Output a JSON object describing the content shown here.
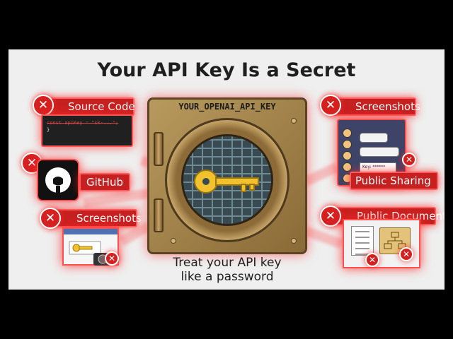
{
  "title": "Your API Key Is a Secret",
  "vault": {
    "label": "YOUR_OPENAI_API_KEY"
  },
  "caption": {
    "line1": "Treat your API key",
    "line2": "like a password"
  },
  "left": {
    "source_code": {
      "label": "Source Code",
      "code_line": "const apiKey = \"sk-...\";",
      "brace": "}"
    },
    "github": {
      "label": "GitHub"
    },
    "screenshots": {
      "label": "Screenshots"
    }
  },
  "right": {
    "screenshots": {
      "label": "Screenshots",
      "key_field": "Key: ******"
    },
    "public_sharing": {
      "label": "Public Sharing"
    },
    "public_documents": {
      "label": "Public Documents"
    }
  },
  "icons": {
    "x": "x-circle-icon",
    "key": "key-icon",
    "github": "github-logo-icon",
    "camera": "camera-icon",
    "document": "document-icon",
    "folder": "folder-icon",
    "chat": "chat-window-icon"
  },
  "colors": {
    "warning_red": "#c72020",
    "glow": "#ff3030",
    "key_gold": "#f2c12e",
    "vault_brass": "#a8864a"
  }
}
